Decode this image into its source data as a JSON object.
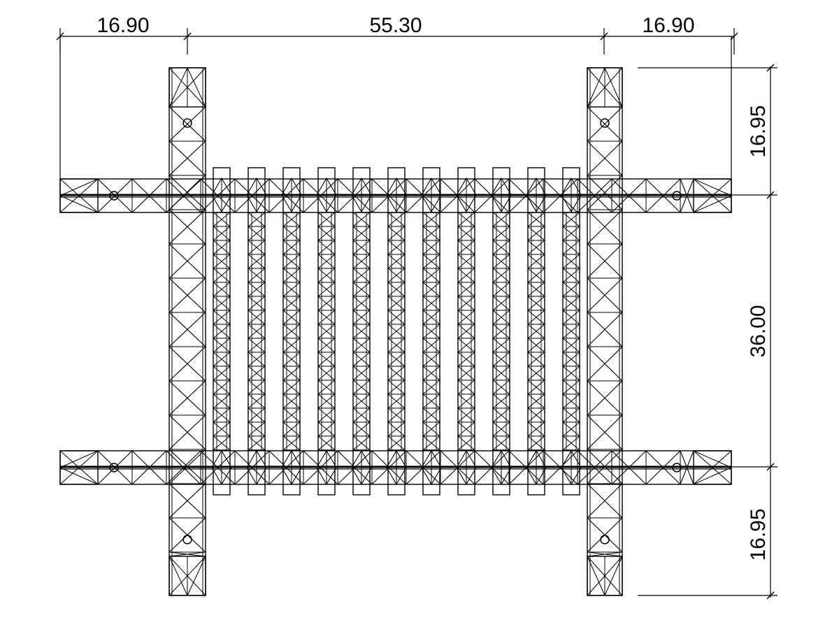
{
  "dimensions": {
    "top_left": "16.90",
    "top_middle": "55.30",
    "top_right": "16.90",
    "right_top": "16.95",
    "right_middle": "36.00",
    "right_bottom": "16.95"
  },
  "structure": {
    "transverse_beam_count": 11,
    "colors": {
      "line": "#000000",
      "background": "#ffffff"
    }
  }
}
